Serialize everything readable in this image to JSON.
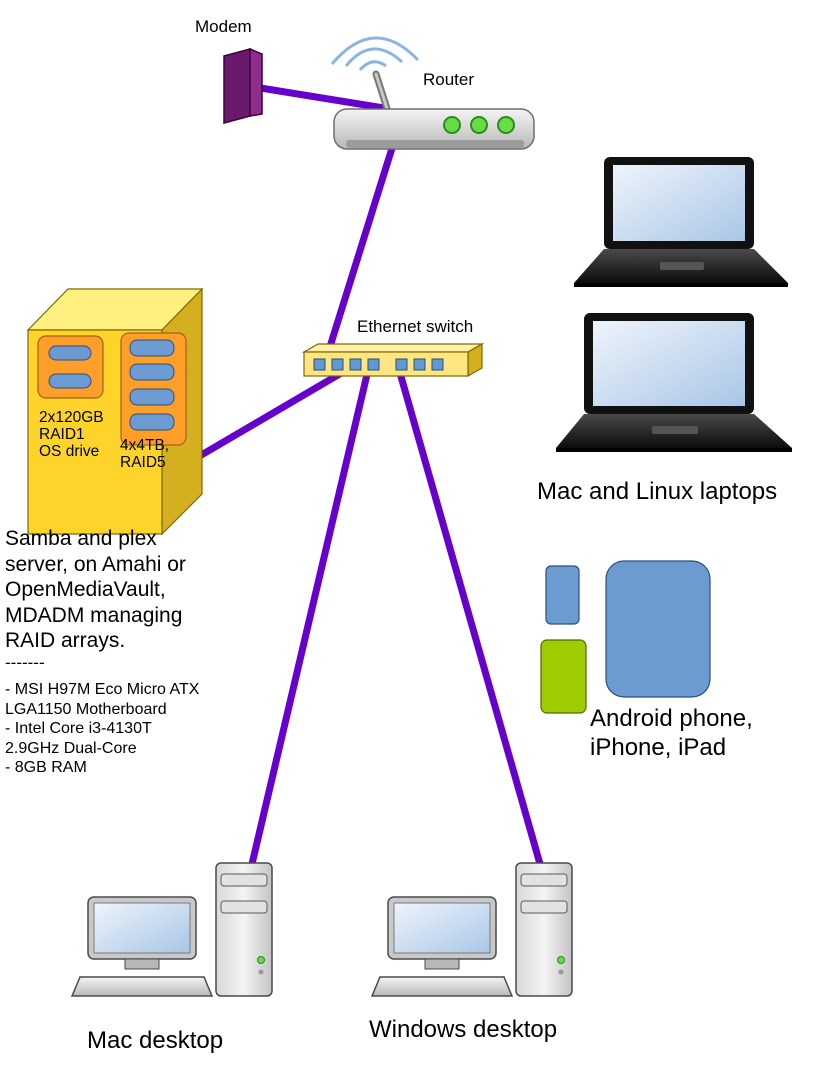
{
  "labels": {
    "modem": "Modem",
    "router": "Router",
    "switch": "Ethernet switch",
    "laptops": "Mac and Linux laptops",
    "mobile": [
      "Android phone,",
      "iPhone, iPad"
    ],
    "mac_desktop": "Mac desktop",
    "windows_desktop": "Windows desktop"
  },
  "server": {
    "os_drive": [
      "2x120GB",
      "RAID1",
      "OS drive"
    ],
    "raid": [
      "4x4TB,",
      "RAID5"
    ],
    "description": [
      "Samba and plex",
      "server, on Amahi or",
      "OpenMediaVault,",
      "MDADM managing",
      "RAID arrays."
    ],
    "separator": "-------",
    "specs": [
      "- MSI H97M Eco Micro ATX",
      "LGA1150 Motherboard",
      "- Intel Core i3-4130T",
      "2.9GHz Dual-Core",
      "- 8GB RAM"
    ]
  },
  "colors": {
    "cable": "#6600cc",
    "modem": "#6a1a6a",
    "server_front": "#ffd42a",
    "server_top": "#fff080",
    "server_side": "#d4b020",
    "drive_bay": "#ff9f2a",
    "disk": "#6c9bd2",
    "switch_body": "#ffe680",
    "port": "#5f9ad2",
    "led": "#66dd44",
    "phone_android": "#9fcc00",
    "phone_iphone": "#6c9bd2",
    "ipad": "#6c9bd2"
  },
  "icons": [
    "modem-icon",
    "router-icon",
    "antenna-icon",
    "ethernet-switch-icon",
    "server-tower-icon",
    "laptop-icon",
    "phone-icon",
    "tablet-icon",
    "desktop-computer-icon"
  ]
}
